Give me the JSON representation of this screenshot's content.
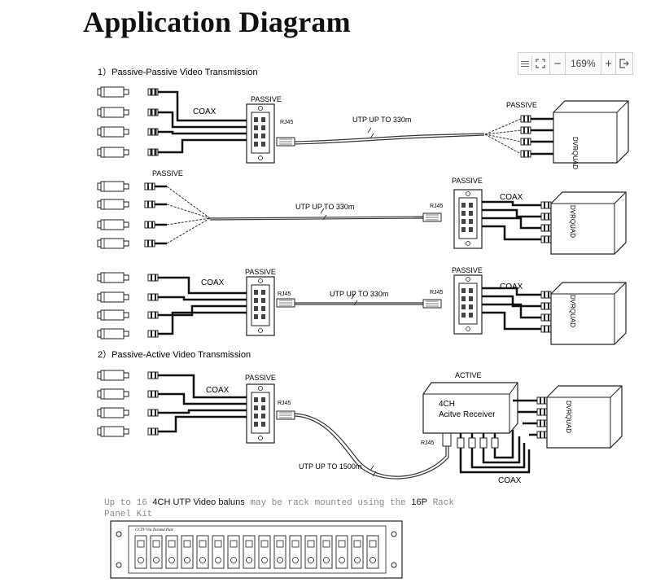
{
  "title": "Application Diagram",
  "section1_title": "1）Passive-Passive Video Transmission",
  "section2_title": "2）Passive-Active Video Transmission",
  "labels": {
    "passive": "PASSIVE",
    "coax": "COAX",
    "rj45": "RJ45",
    "utp330": "UTP UP TO 330m",
    "utp1500": "UTP UP TO 1500m",
    "dvr": "DVRQUAD",
    "active": "ACTIVE",
    "receiver_line1": "4CH",
    "receiver_line2": "Acitve Receiver"
  },
  "caption": {
    "p1": "Up to 16 ",
    "p2": "4CH UTP Video baluns",
    "p3": " may be rack mounted using the ",
    "p4": "16P",
    "p5": " Rack",
    "p6": "Panel Kit"
  },
  "rack_label": "CCTV Via Twisted Pair",
  "zoom": {
    "value": "169%",
    "minus": "−",
    "plus": "+"
  },
  "icons": [
    "menu-icon",
    "fit-screen-icon",
    "zoom-out-icon",
    "zoom-in-icon",
    "exit-icon"
  ]
}
